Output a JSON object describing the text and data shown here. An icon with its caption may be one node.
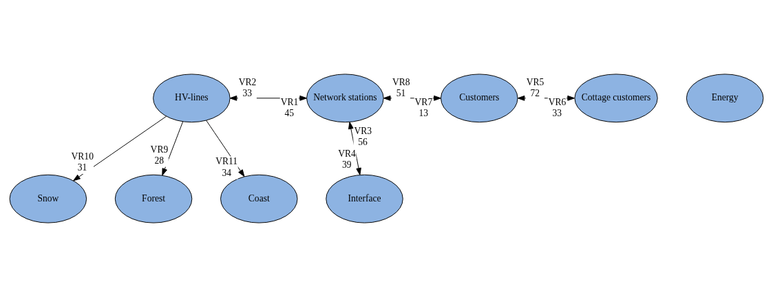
{
  "diagram": {
    "nodes": [
      {
        "text": [
          "HV-lines"
        ]
      },
      {
        "text": [
          "Network stations"
        ]
      },
      {
        "text": [
          "Customers"
        ]
      },
      {
        "text": [
          "Cottage customers"
        ]
      },
      {
        "text": [
          "Interface"
        ]
      },
      {
        "text": [
          "Snow"
        ]
      },
      {
        "text": [
          "Forest"
        ]
      },
      {
        "text": [
          "Coast"
        ]
      },
      {
        "text": [
          "Energy"
        ]
      }
    ],
    "edges": [
      {
        "from": 0,
        "to": 1,
        "arrow": "both"
      },
      {
        "from": 1,
        "to": 2,
        "arrow": "both"
      },
      {
        "from": 2,
        "to": 3,
        "arrow": "both"
      },
      {
        "from": 1,
        "to": 4,
        "arrow": "both"
      },
      {
        "from": 0,
        "to": 5,
        "arrow": "to"
      },
      {
        "from": 0,
        "to": 6,
        "arrow": "to"
      },
      {
        "from": 0,
        "to": 7,
        "arrow": "to"
      }
    ],
    "labels": [
      "VR2",
      "VR1",
      "VR8",
      "VR7",
      "VR5",
      "VR6",
      "33",
      "45",
      "51",
      "13",
      "72",
      "33",
      "VR3",
      "56",
      "VR4",
      "39",
      "VR10",
      "31",
      "VR9",
      "VR11",
      "28",
      "34"
    ]
  }
}
